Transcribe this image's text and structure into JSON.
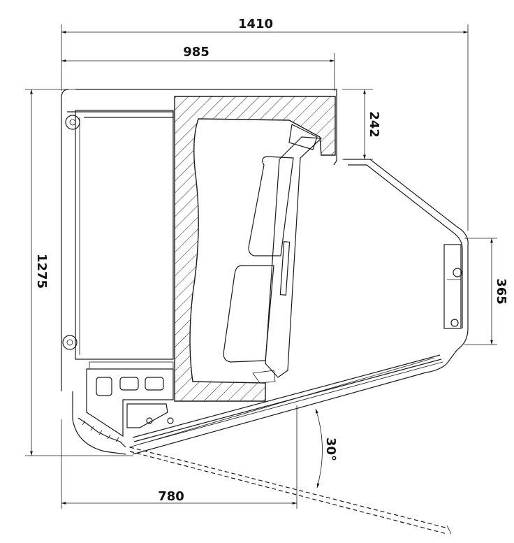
{
  "dimensions": {
    "overall_width": "1410",
    "upper_width": "985",
    "base_width": "780",
    "overall_height": "1275",
    "top_shelf_height": "242",
    "rear_height": "365",
    "glass_angle": "30°"
  }
}
